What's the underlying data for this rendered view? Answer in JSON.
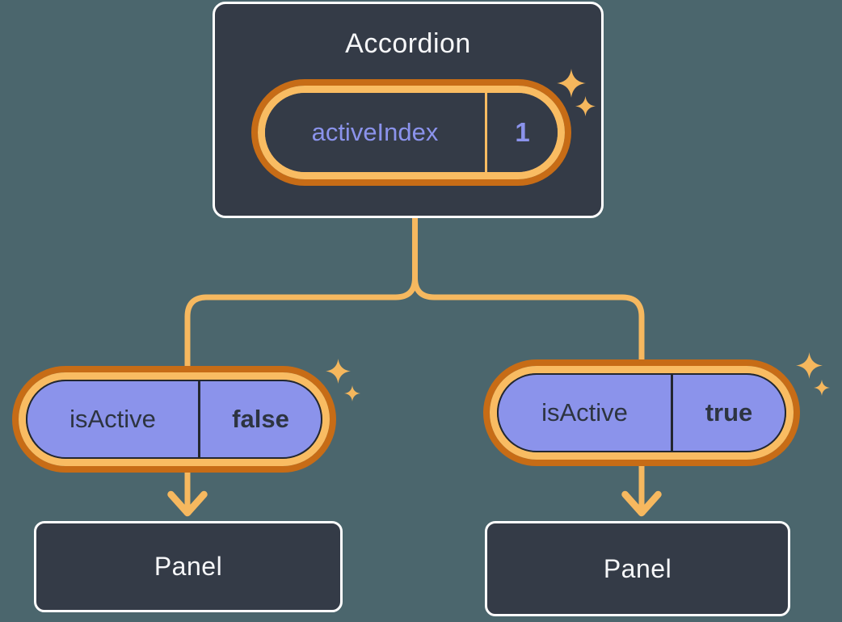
{
  "colors": {
    "background": "#4B666D",
    "box_fill": "#343B47",
    "box_border": "#FFFFFF",
    "connector": "#F6B85F",
    "ring_outer": "#C76C16",
    "ring_inner": "#F9BC62",
    "pill_purple": "#8B93EB",
    "purple_text": "#8B93EC",
    "dark_text": "#2D3440",
    "light_text": "#F6F7F9",
    "pill_outline": "#23272F",
    "sparkle": "#F5B75D"
  },
  "accordion": {
    "title": "Accordion",
    "state_pill": {
      "label": "activeIndex",
      "value": "1"
    }
  },
  "children": [
    {
      "prop_pill": {
        "label": "isActive",
        "value": "false"
      },
      "panel": {
        "label": "Panel"
      }
    },
    {
      "prop_pill": {
        "label": "isActive",
        "value": "true"
      },
      "panel": {
        "label": "Panel"
      }
    }
  ]
}
